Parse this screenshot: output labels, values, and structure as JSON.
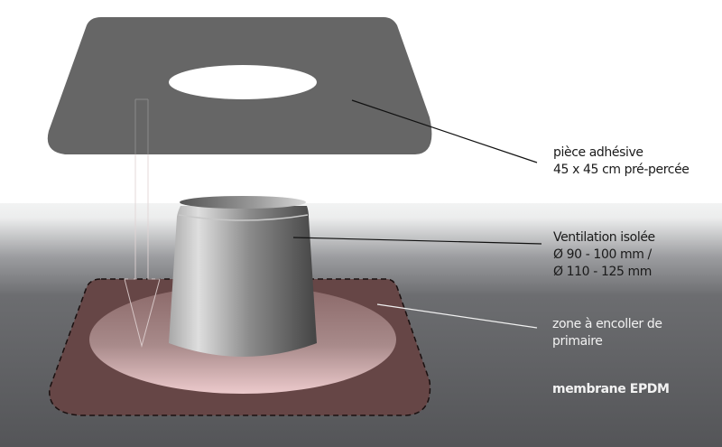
{
  "diagram": {
    "title": "",
    "colors": {
      "top_background": "#ffffff",
      "floor_top": "#f2f3f3",
      "floor_bottom": "#555658",
      "adhesive_piece": "#666666",
      "hole": "#ffffff",
      "membrane": "#664646",
      "primer_zone_light": "#ecc9cb",
      "primer_zone_dark": "#8e6e6e",
      "pipe_light": "#d9d9d9",
      "pipe_dark": "#444444"
    },
    "components": [
      {
        "id": "adhesive-piece",
        "label_lines": [
          "pièce adhésive",
          "45 x 45 cm pré-percée"
        ],
        "style": "dark"
      },
      {
        "id": "ventilation-pipe",
        "label_lines": [
          "Ventilation isolée",
          "Ø 90 - 100 mm /",
          "Ø 110 - 125 mm"
        ],
        "style": "dark"
      },
      {
        "id": "primer-zone",
        "label_lines": [
          "zone à encoller de",
          "primaire"
        ],
        "style": "light"
      },
      {
        "id": "epdm-membrane",
        "label_lines": [
          "membrane EPDM"
        ],
        "style": "light-bold"
      }
    ],
    "arrow": {
      "meaning": "placement direction of adhesive piece onto membrane"
    }
  }
}
